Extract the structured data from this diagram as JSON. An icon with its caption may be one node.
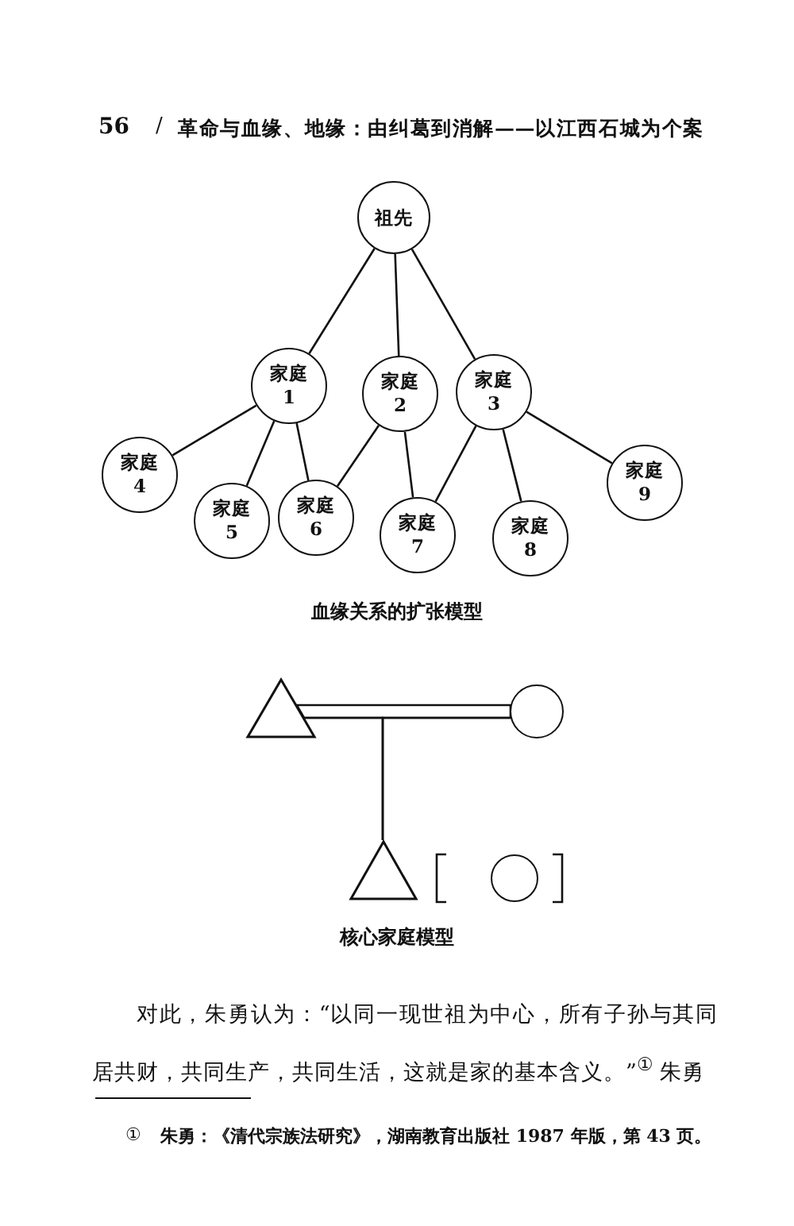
{
  "diagram": {
    "nodes": [
      {
        "text": [
          "祖先"
        ]
      },
      {
        "text": [
          "家庭",
          "1"
        ]
      },
      {
        "text": [
          "家庭",
          "2"
        ]
      },
      {
        "text": [
          "家庭",
          "3"
        ]
      },
      {
        "text": [
          "家庭",
          "4"
        ]
      },
      {
        "text": [
          "家庭",
          "5"
        ]
      },
      {
        "text": [
          "家庭",
          "6"
        ]
      },
      {
        "text": [
          "家庭",
          "7"
        ]
      },
      {
        "text": [
          "家庭",
          "8"
        ]
      },
      {
        "text": [
          "家庭",
          "9"
        ]
      },
      {
        "text": [],
        "shape": "triangle"
      },
      {
        "text": [],
        "shape": "circle"
      },
      {
        "text": [],
        "shape": "triangle"
      },
      {
        "text": [],
        "shape": "circle"
      }
    ],
    "edges": [
      {
        "from": 0,
        "to": 1,
        "arrow": "none"
      },
      {
        "from": 0,
        "to": 2,
        "arrow": "none"
      },
      {
        "from": 0,
        "to": 3,
        "arrow": "none"
      },
      {
        "from": 1,
        "to": 4,
        "arrow": "none"
      },
      {
        "from": 1,
        "to": 5,
        "arrow": "none"
      },
      {
        "from": 1,
        "to": 6,
        "arrow": "none"
      },
      {
        "from": 2,
        "to": 6,
        "arrow": "none"
      },
      {
        "from": 2,
        "to": 7,
        "arrow": "none"
      },
      {
        "from": 3,
        "to": 7,
        "arrow": "none"
      },
      {
        "from": 3,
        "to": 8,
        "arrow": "none"
      },
      {
        "from": 3,
        "to": 9,
        "arrow": "none"
      },
      {
        "from": 10,
        "to": 11,
        "arrow": "none"
      },
      {
        "from": 10,
        "to": 12,
        "arrow": "none"
      },
      {
        "from": 11,
        "to": 12,
        "arrow": "none"
      }
    ],
    "labels": [
      "56",
      "/",
      "革命与血缘、地缘：由纠葛到消解——以江西石城为个案",
      "血缘关系的扩张模型",
      "核心家庭模型",
      "对此，朱勇认为：“以同一现世祖为中心，所有子孙与其同居共财，共同生产，共同生活，这就是家的基本含义。”$^{①}$ 朱勇",
      "①",
      "朱勇：《清代宗族法研究》，湖南教育出版社 1987 年版，第 43 页。"
    ]
  }
}
